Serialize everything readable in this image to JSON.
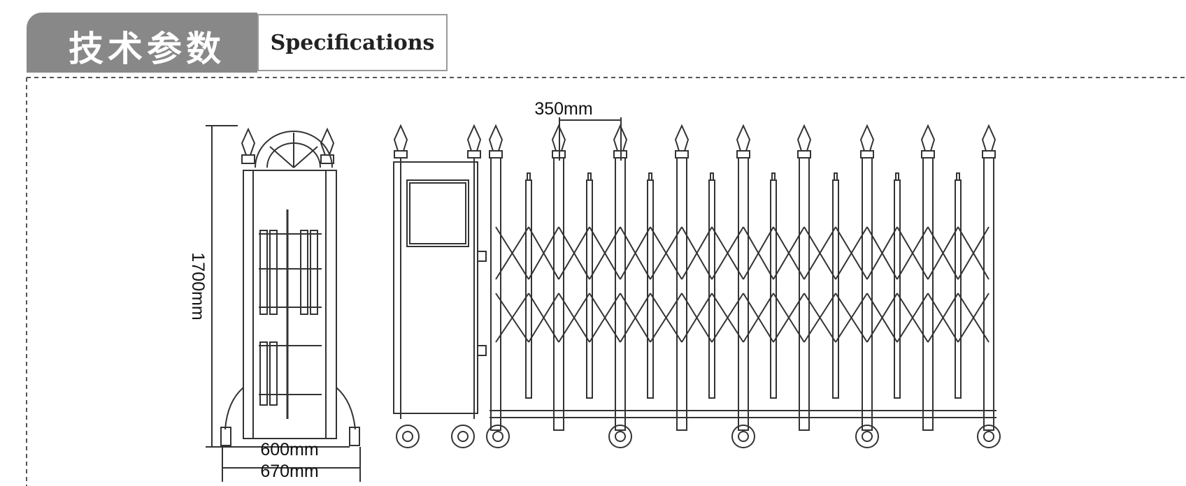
{
  "header": {
    "title_cn": "技术参数",
    "title_en": "Specifications"
  },
  "dimensions": {
    "height": "1700mm",
    "inner_width": "600mm",
    "outer_width": "670mm",
    "post_spacing": "350mm"
  },
  "colors": {
    "header_tab": "#888888",
    "header_border": "#9a9a9a",
    "line": "#333333",
    "frame_border": "#555555"
  }
}
